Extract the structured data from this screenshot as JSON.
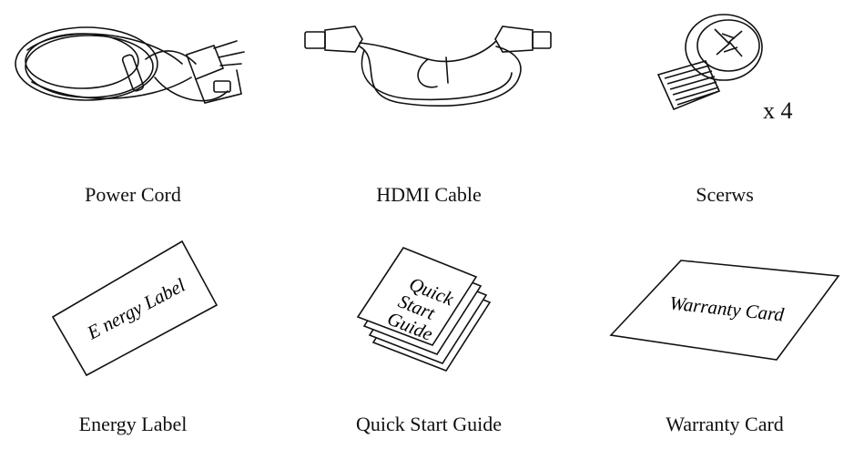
{
  "items": [
    {
      "caption": "Power Cord",
      "icon": "power-cord"
    },
    {
      "caption": "HDMI Cable",
      "icon": "hdmi-cable"
    },
    {
      "caption": "Scerws",
      "icon": "screw",
      "quantity": "x 4"
    },
    {
      "caption": "Energy Label",
      "icon": "energy-label",
      "art_text": "E nergy Label"
    },
    {
      "caption": "Quick Start Guide",
      "icon": "quick-start-guide",
      "art_text": [
        "Quick",
        "Start",
        "Guide"
      ]
    },
    {
      "caption": "Warranty Card",
      "icon": "warranty-card",
      "art_text": "Warranty Card"
    }
  ]
}
